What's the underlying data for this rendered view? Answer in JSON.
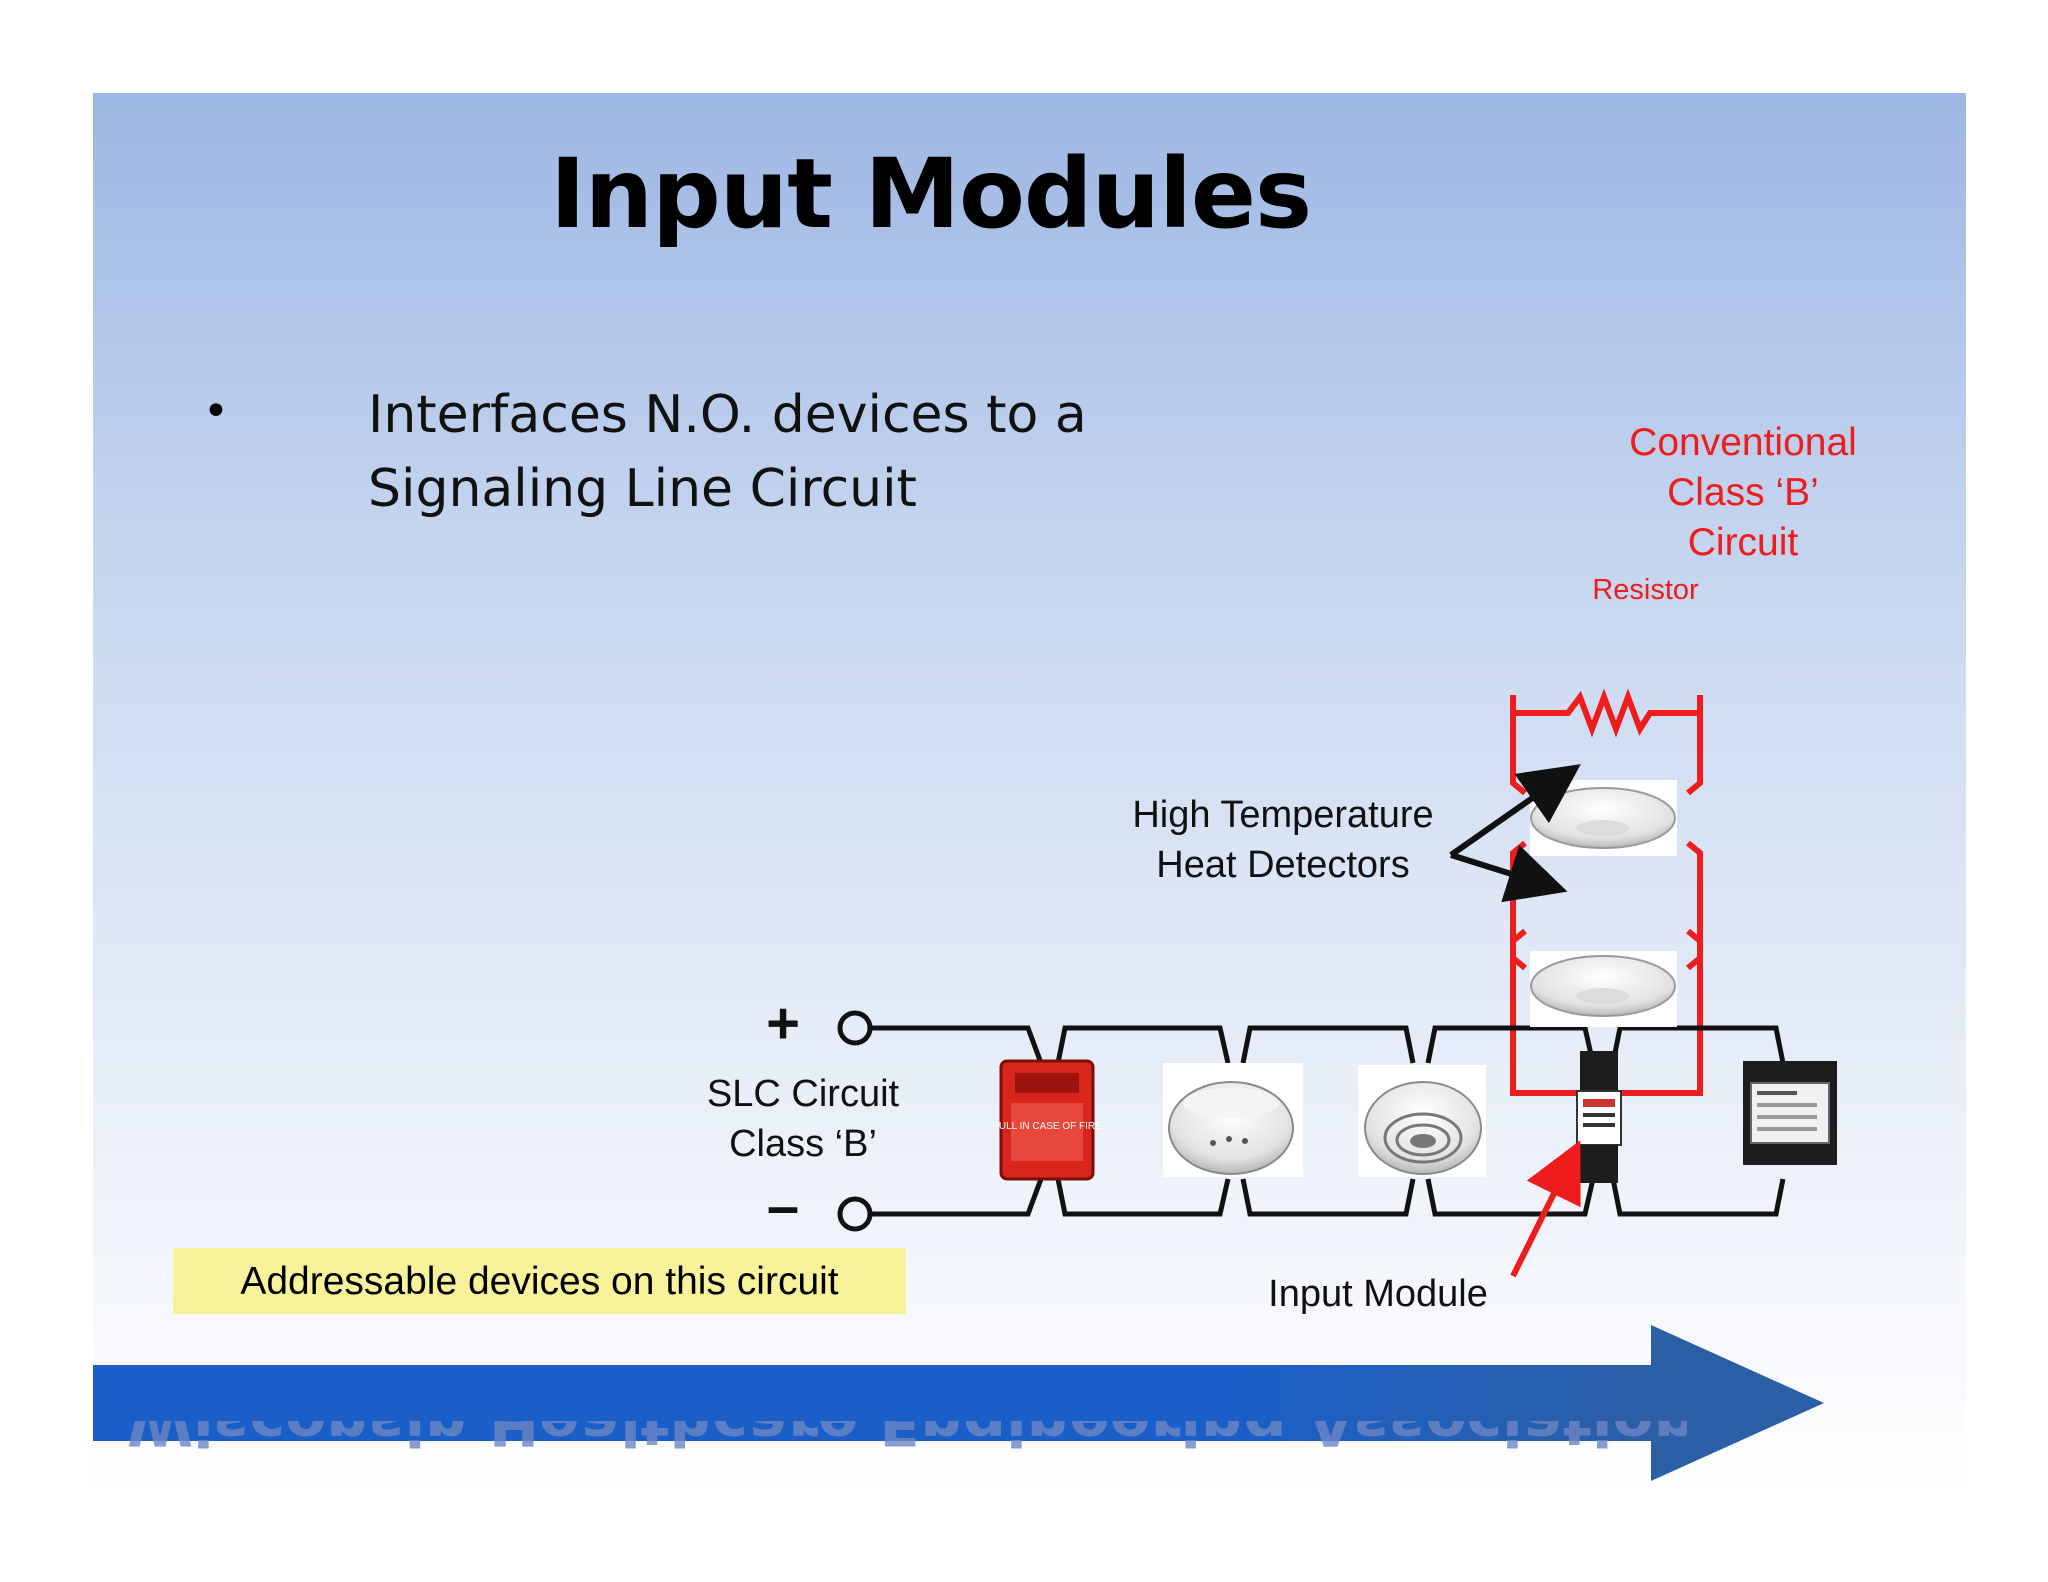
{
  "slide": {
    "title": "Input Modules",
    "bullet": {
      "line1": "Interfaces N.O. devices to a",
      "line2": "Signaling Line Circuit"
    }
  },
  "labels": {
    "conventional": [
      "Conventional",
      "Class ‘B’",
      "Circuit"
    ],
    "resistor": "Resistor",
    "heat_detectors": [
      "High Temperature",
      "Heat Detectors"
    ],
    "slc": [
      "SLC Circuit",
      "Class ‘B’"
    ],
    "plus": "+",
    "minus": "–",
    "input_module": "Input Module",
    "addressable": "Addressable devices on this circuit",
    "pull_station_text": "PULL IN CASE OF FIRE"
  },
  "footer": {
    "text": "Wisconsin Healthcare Engineering Association"
  },
  "colors": {
    "wire_black": "#111111",
    "wire_red": "#ee1c1c",
    "arrow_band": "#1a5fc8",
    "highlight": "#f8f39a"
  },
  "icons": [
    "pull-station-icon",
    "smoke-detector-icon",
    "heat-detector-icon",
    "input-module-icon",
    "control-module-icon"
  ]
}
